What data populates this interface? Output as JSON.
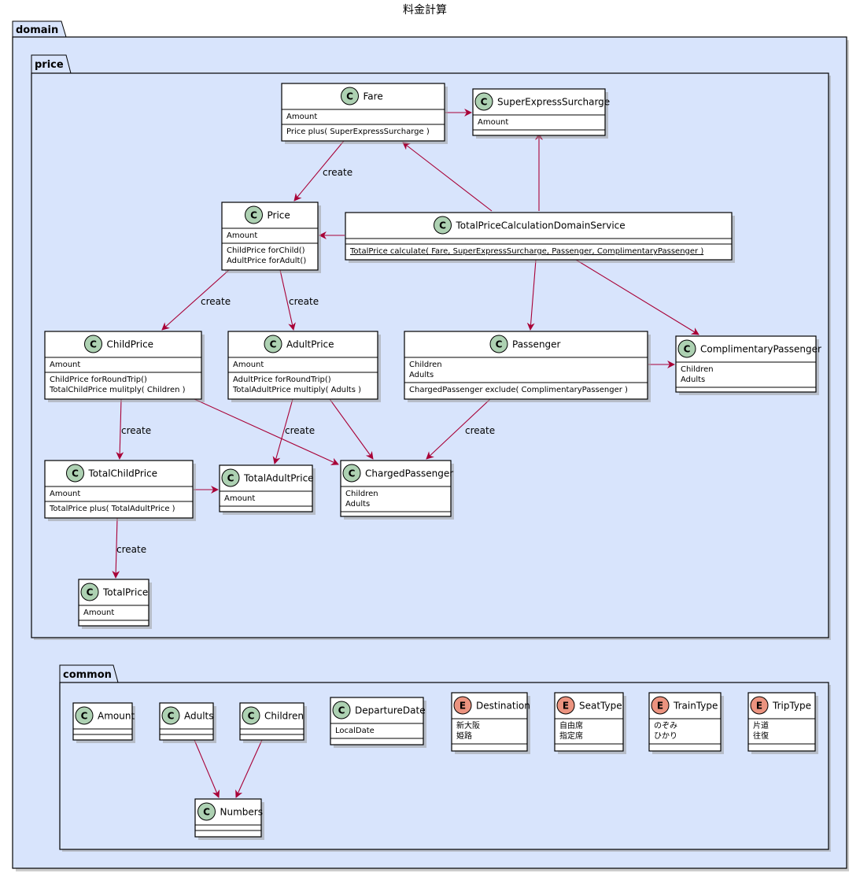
{
  "title": "料金計算",
  "packages": {
    "domain": "domain",
    "price": "price",
    "common": "common"
  },
  "colors": {
    "package_fill": "#D8E4FC",
    "class_fill": "#FFFFFF",
    "class_icon": "#ADD1B2",
    "enum_icon": "#EB937F",
    "arrow": "#A80036",
    "shadow": "#9C9C9C"
  },
  "icons": {
    "class": "C",
    "enum": "E"
  },
  "classes": {
    "fare": {
      "name": "Fare",
      "attrs": [
        "Amount"
      ],
      "methods": [
        "Price plus( SuperExpressSurcharge )"
      ]
    },
    "super_express_surcharge": {
      "name": "SuperExpressSurcharge",
      "attrs": [
        "Amount"
      ],
      "methods": []
    },
    "price": {
      "name": "Price",
      "attrs": [
        "Amount"
      ],
      "methods": [
        "ChildPrice forChild()",
        "AdultPrice forAdult()"
      ]
    },
    "total_price_calc": {
      "name": "TotalPriceCalculationDomainService",
      "attrs": [],
      "methods": [
        "TotalPrice calculate( Fare, SuperExpressSurcharge, Passenger, ComplimentaryPassenger )"
      ]
    },
    "child_price": {
      "name": "ChildPrice",
      "attrs": [
        "Amount"
      ],
      "methods": [
        "ChildPrice forRoundTrip()",
        "TotalChildPrice mulitply( Children )"
      ]
    },
    "adult_price": {
      "name": "AdultPrice",
      "attrs": [
        "Amount"
      ],
      "methods": [
        "AdultPrice forRoundTrip()",
        "TotalAdultPrice multiply( Adults )"
      ]
    },
    "passenger": {
      "name": "Passenger",
      "attrs": [
        "Children",
        "Adults"
      ],
      "methods": [
        "ChargedPassenger exclude( ComplimentaryPassenger )"
      ]
    },
    "complimentary_passenger": {
      "name": "ComplimentaryPassenger",
      "attrs": [
        "Children",
        "Adults"
      ],
      "methods": []
    },
    "total_child_price": {
      "name": "TotalChildPrice",
      "attrs": [
        "Amount"
      ],
      "methods": [
        "TotalPrice plus( TotalAdultPrice )"
      ]
    },
    "total_adult_price": {
      "name": "TotalAdultPrice",
      "attrs": [
        "Amount"
      ],
      "methods": []
    },
    "charged_passenger": {
      "name": "ChargedPassenger",
      "attrs": [
        "Children",
        "Adults"
      ],
      "methods": []
    },
    "total_price": {
      "name": "TotalPrice",
      "attrs": [
        "Amount"
      ],
      "methods": []
    },
    "amount": {
      "name": "Amount",
      "attrs": [],
      "methods": []
    },
    "adults": {
      "name": "Adults",
      "attrs": [],
      "methods": []
    },
    "children": {
      "name": "Children",
      "attrs": [],
      "methods": []
    },
    "departure_date": {
      "name": "DepartureDate",
      "attrs": [
        "LocalDate"
      ],
      "methods": []
    },
    "numbers": {
      "name": "Numbers",
      "attrs": [],
      "methods": []
    },
    "destination": {
      "name": "Destination",
      "attrs": [
        "新大阪",
        "姫路"
      ],
      "methods": []
    },
    "seat_type": {
      "name": "SeatType",
      "attrs": [
        "自由席",
        "指定席"
      ],
      "methods": []
    },
    "train_type": {
      "name": "TrainType",
      "attrs": [
        "のぞみ",
        "ひかり"
      ],
      "methods": []
    },
    "trip_type": {
      "name": "TripType",
      "attrs": [
        "片道",
        "往復"
      ],
      "methods": []
    }
  },
  "edge_label": "create"
}
